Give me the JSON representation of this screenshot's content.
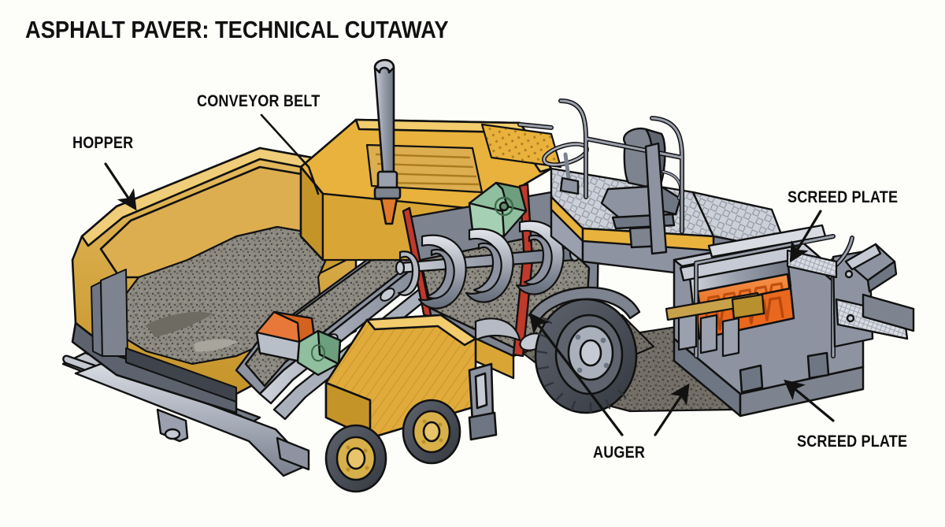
{
  "title": "ASPHALT PAVER: TECHNICAL CUTAWAY",
  "labels": {
    "hopper": "HOPPER",
    "conveyor_belt": "CONVEYOR BELT",
    "screed_plate_top": "SCREED PLATE",
    "screed_plate_bottom": "SCREED PLATE",
    "auger": "AUGER"
  },
  "colors": {
    "background": "#fdfdfa",
    "outline": "#111111",
    "body_yellow": "#e8b23c",
    "body_yellow_dark": "#c7912c",
    "body_yellow_light": "#f2cc6d",
    "hopper_tan": "#d4a84a",
    "steel_light": "#c6cad4",
    "steel_mid": "#9aa0ad",
    "steel_dark": "#6f7683",
    "steel_darker": "#565c68",
    "tire_dark": "#4a4f58",
    "tire_darker": "#3a3e46",
    "aggregate": "#8d8a82",
    "aggregate_dark": "#6e6b63",
    "heater_orange": "#ec6a1f",
    "heater_orange_light": "#f58b3c",
    "cut_red": "#c0392b",
    "hydraulic_green": "#7fae8e",
    "hydraulic_green_dark": "#5d8e6d",
    "label_text": "#0d0d0d"
  },
  "figure": {
    "kind": "technical-cutaway-illustration",
    "subject": "asphalt paver",
    "view": "three-quarter isometric, left-front to right-rear",
    "callout_count": 5,
    "components": [
      "hopper",
      "conveyor belt",
      "augers",
      "screed plate",
      "operator seat",
      "steering wheel",
      "exhaust stack",
      "engine hood louvers",
      "drive tire",
      "bogie wheels",
      "push roller",
      "handrails",
      "diamond plate deck",
      "screed heating elements",
      "end gate console"
    ]
  }
}
